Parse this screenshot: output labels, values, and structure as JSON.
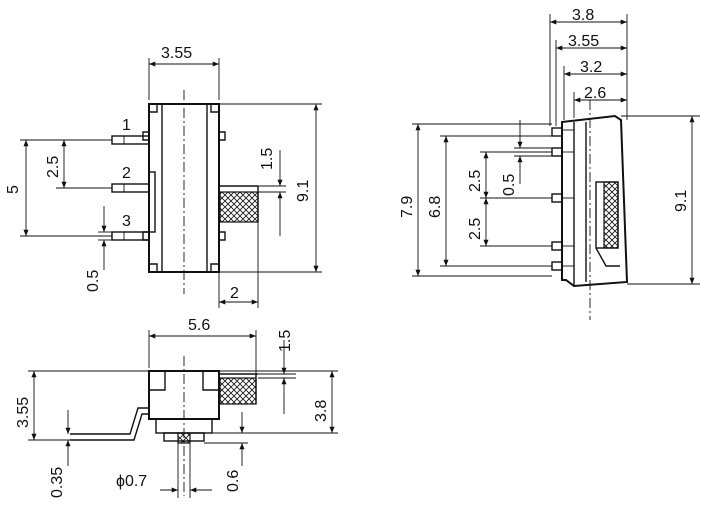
{
  "top_view": {
    "width_label": "3.55",
    "pin_labels": [
      "1",
      "2",
      "3"
    ],
    "pitch_label": "2.5",
    "span_label": "5",
    "pin_width_label": "0.5",
    "actuator_width_label": "1.5",
    "height_label": "9.1",
    "actuator_offset_label": "2"
  },
  "side_view": {
    "labels": [
      "3.8",
      "3.55",
      "3.2",
      "2.6"
    ],
    "height_79": "7.9",
    "height_68": "6.8",
    "pitch_top": "2.5",
    "pin_w": "0.5",
    "pitch_bot": "2.5",
    "height_91": "9.1"
  },
  "front_view": {
    "width_label": "5.6",
    "actuator_label": "1.5",
    "height_label": "3.55",
    "total_height_label": "3.8",
    "lead_thickness_label": "0.35",
    "post_diameter_label": "ϕ0.7",
    "post_height_label": "0.6"
  }
}
